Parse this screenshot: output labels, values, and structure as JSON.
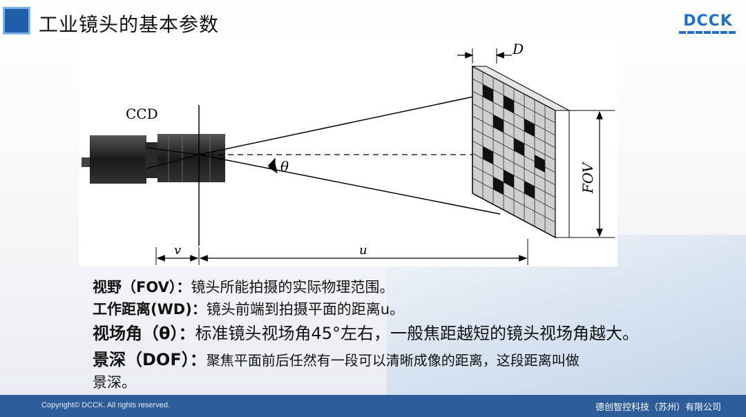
{
  "header": {
    "title": "工业镜头的基本参数",
    "logo_text": "DCCK"
  },
  "diagram": {
    "camera_label": "CCD",
    "angle_label": "θ",
    "fov_label": "FOV",
    "d_label": "D",
    "v_label": "v",
    "u_label": "u"
  },
  "body": {
    "lines": [
      {
        "term": "视野（FOV）：",
        "desc": "镜头所能拍摄的实际物理范围。"
      },
      {
        "term": "工作距离(WD)：",
        "desc": "镜头前端到拍摄平面的距离u。"
      },
      {
        "term": "视场角（θ）：",
        "desc": "标准镜头视场角45°左右，一般焦距越短的镜头视场角越大。"
      },
      {
        "term": "景深（DOF）：",
        "desc": "聚焦平面前后任然有一段可以清晰成像的距离，这段距离叫做"
      },
      {
        "desc": "景深。"
      }
    ]
  },
  "footer": {
    "copyright": "Copyright© DCCK. All rights reserved.",
    "company": "德创智控科技（苏州）有限公司"
  },
  "colors": {
    "accent": "#1f5ea8",
    "footer": "#2d5c9a",
    "logo": "#1f6fc2"
  }
}
